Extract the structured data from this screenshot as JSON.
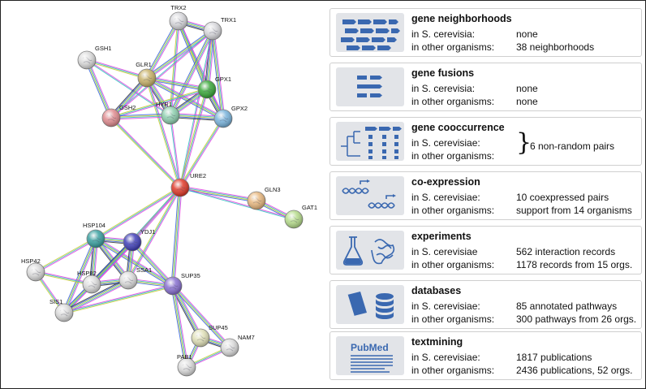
{
  "network": {
    "nodes": [
      {
        "id": "TRX2",
        "color": "#d8d8dc"
      },
      {
        "id": "TRX1",
        "color": "#d8d8dc"
      },
      {
        "id": "GSH1",
        "color": "#dcdcdc"
      },
      {
        "id": "GLR1",
        "color": "#c8b26a"
      },
      {
        "id": "GPX1",
        "color": "#3aa83a"
      },
      {
        "id": "HYR1",
        "color": "#8fd0b0"
      },
      {
        "id": "GPX2",
        "color": "#7ab4dc"
      },
      {
        "id": "GSH2",
        "color": "#e08c90"
      },
      {
        "id": "URE2",
        "color": "#e03a2a"
      },
      {
        "id": "GLN3",
        "color": "#e8b880"
      },
      {
        "id": "GAT1",
        "color": "#b6dc8c"
      },
      {
        "id": "HSP104",
        "color": "#3aa0a0"
      },
      {
        "id": "YDJ1",
        "color": "#4040b8"
      },
      {
        "id": "HSP42",
        "color": "#dcdcdc"
      },
      {
        "id": "HSP82",
        "color": "#dcdcdc"
      },
      {
        "id": "SSA1",
        "color": "#dcdcdc"
      },
      {
        "id": "SIS1",
        "color": "#dcdcdc"
      },
      {
        "id": "SUP35",
        "color": "#8870d0"
      },
      {
        "id": "SUP45",
        "color": "#e0e0b8"
      },
      {
        "id": "NAM7",
        "color": "#dcdcdc"
      },
      {
        "id": "PAB1",
        "color": "#dcdcdc"
      }
    ]
  },
  "panels": [
    {
      "title": "gene neighborhoods",
      "icon": "gene-neighborhood-icon",
      "rows": [
        {
          "label": "in S. cerevisia:",
          "value": "none"
        },
        {
          "label": "in other organisms:",
          "value": "38 neighborhoods"
        }
      ]
    },
    {
      "title": "gene fusions",
      "icon": "gene-fusion-icon",
      "rows": [
        {
          "label": "in S. cerevisia:",
          "value": "none"
        },
        {
          "label": "in other organisms:",
          "value": "none"
        }
      ]
    },
    {
      "title": "gene cooccurrence",
      "icon": "gene-cooccurrence-icon",
      "rows": [
        {
          "label": "in S. cerevisiae:",
          "value": ""
        },
        {
          "label": "in other organisms:",
          "value": ""
        }
      ],
      "brace_text": "6 non-random pairs"
    },
    {
      "title": "co-expression",
      "icon": "coexpression-icon",
      "rows": [
        {
          "label": "in S. cerevisiae:",
          "value": "10 coexpressed pairs"
        },
        {
          "label": "in other organisms:",
          "value": "support from 14 organisms"
        }
      ]
    },
    {
      "title": "experiments",
      "icon": "experiments-icon",
      "rows": [
        {
          "label": "in S. cerevisiae",
          "value": "562 interaction records"
        },
        {
          "label": "in other organisms:",
          "value": "1178 records from 15 orgs."
        }
      ]
    },
    {
      "title": "databases",
      "icon": "databases-icon",
      "rows": [
        {
          "label": "in S. cerevisiae:",
          "value": "85 annotated pathways"
        },
        {
          "label": "in other organisms:",
          "value": "300 pathways from 26 orgs."
        }
      ]
    },
    {
      "title": "textmining",
      "icon": "pubmed-icon",
      "icon_text": "PubMed",
      "rows": [
        {
          "label": "in S. cerevisiae:",
          "value": "1817 publications"
        },
        {
          "label": "in other organisms:",
          "value": "2436 publications, 52 orgs."
        }
      ]
    }
  ],
  "edge_colors": [
    "#e040e0",
    "#30c0c0",
    "#c8c830",
    "#3060e0",
    "#303030",
    "#50c050"
  ]
}
